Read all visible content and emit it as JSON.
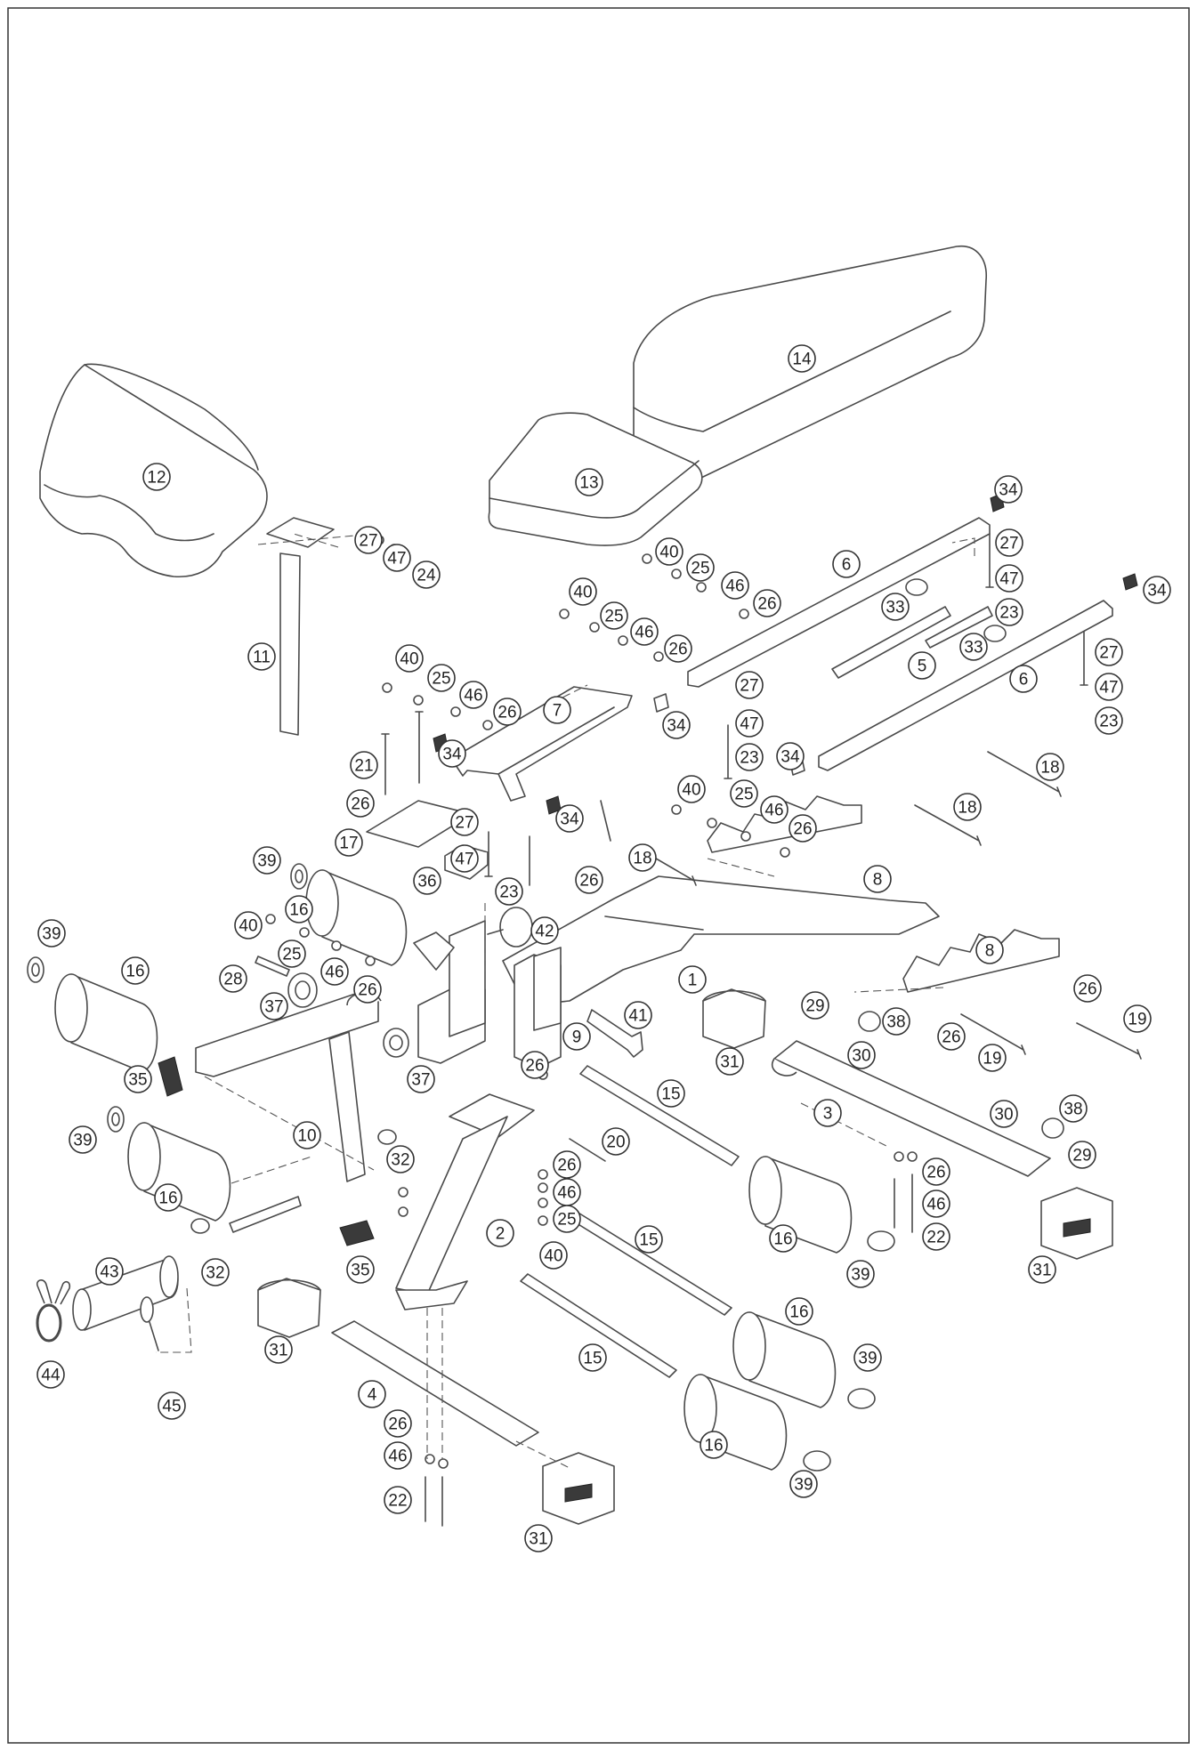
{
  "callouts": [
    {
      "id": "c14",
      "label": "14"
    },
    {
      "id": "c12",
      "label": "12"
    },
    {
      "id": "c13",
      "label": "13"
    },
    {
      "id": "c34a",
      "label": "34"
    },
    {
      "id": "c27a",
      "label": "27"
    },
    {
      "id": "c47a",
      "label": "47"
    },
    {
      "id": "c24",
      "label": "24"
    },
    {
      "id": "c40a",
      "label": "40"
    },
    {
      "id": "c25a",
      "label": "25"
    },
    {
      "id": "c46a",
      "label": "46"
    },
    {
      "id": "c26a",
      "label": "26"
    },
    {
      "id": "c6a",
      "label": "6"
    },
    {
      "id": "c27b",
      "label": "27"
    },
    {
      "id": "c47b",
      "label": "47"
    },
    {
      "id": "c23a",
      "label": "23"
    },
    {
      "id": "c34b",
      "label": "34"
    },
    {
      "id": "c40b",
      "label": "40"
    },
    {
      "id": "c25b",
      "label": "25"
    },
    {
      "id": "c46b",
      "label": "46"
    },
    {
      "id": "c26b",
      "label": "26"
    },
    {
      "id": "c33a",
      "label": "33"
    },
    {
      "id": "c33b",
      "label": "33"
    },
    {
      "id": "c11",
      "label": "11"
    },
    {
      "id": "c40c",
      "label": "40"
    },
    {
      "id": "c25c",
      "label": "25"
    },
    {
      "id": "c46c",
      "label": "46"
    },
    {
      "id": "c26c",
      "label": "26"
    },
    {
      "id": "c5",
      "label": "5"
    },
    {
      "id": "c6b",
      "label": "6"
    },
    {
      "id": "c27c",
      "label": "27"
    },
    {
      "id": "c47c",
      "label": "47"
    },
    {
      "id": "c23b",
      "label": "23"
    },
    {
      "id": "c7",
      "label": "7"
    },
    {
      "id": "c34c",
      "label": "34"
    },
    {
      "id": "c27d",
      "label": "27"
    },
    {
      "id": "c47d",
      "label": "47"
    },
    {
      "id": "c23c",
      "label": "23"
    },
    {
      "id": "c34d",
      "label": "34"
    },
    {
      "id": "c21",
      "label": "21"
    },
    {
      "id": "c34e",
      "label": "34"
    },
    {
      "id": "c26d",
      "label": "26"
    },
    {
      "id": "c18a",
      "label": "18"
    },
    {
      "id": "c40d",
      "label": "40"
    },
    {
      "id": "c25d",
      "label": "25"
    },
    {
      "id": "c46d",
      "label": "46"
    },
    {
      "id": "c26e",
      "label": "26"
    },
    {
      "id": "c18b",
      "label": "18"
    },
    {
      "id": "c17",
      "label": "17"
    },
    {
      "id": "c27e",
      "label": "27"
    },
    {
      "id": "c47e",
      "label": "47"
    },
    {
      "id": "c34f",
      "label": "34"
    },
    {
      "id": "c26f",
      "label": "26"
    },
    {
      "id": "c18c",
      "label": "18"
    },
    {
      "id": "c8a",
      "label": "8"
    },
    {
      "id": "c39a",
      "label": "39"
    },
    {
      "id": "c36",
      "label": "36"
    },
    {
      "id": "c23d",
      "label": "23"
    },
    {
      "id": "c16a",
      "label": "16"
    },
    {
      "id": "c42",
      "label": "42"
    },
    {
      "id": "c40e",
      "label": "40"
    },
    {
      "id": "c39b",
      "label": "39"
    },
    {
      "id": "c25e",
      "label": "25"
    },
    {
      "id": "c16b",
      "label": "16"
    },
    {
      "id": "c46e",
      "label": "46"
    },
    {
      "id": "c26g",
      "label": "26"
    },
    {
      "id": "c1",
      "label": "1"
    },
    {
      "id": "c8b",
      "label": "8"
    },
    {
      "id": "c28",
      "label": "28"
    },
    {
      "id": "c37a",
      "label": "37"
    },
    {
      "id": "c26h",
      "label": "26"
    },
    {
      "id": "c19a",
      "label": "19"
    },
    {
      "id": "c29a",
      "label": "29"
    },
    {
      "id": "c41",
      "label": "41"
    },
    {
      "id": "c38a",
      "label": "38"
    },
    {
      "id": "c9",
      "label": "9"
    },
    {
      "id": "c26i",
      "label": "26"
    },
    {
      "id": "c19b",
      "label": "19"
    },
    {
      "id": "c35a",
      "label": "35"
    },
    {
      "id": "c37b",
      "label": "37"
    },
    {
      "id": "c31a",
      "label": "31"
    },
    {
      "id": "c30a",
      "label": "30"
    },
    {
      "id": "c26j",
      "label": "26"
    },
    {
      "id": "c15a",
      "label": "15"
    },
    {
      "id": "c3",
      "label": "3"
    },
    {
      "id": "c20",
      "label": "20"
    },
    {
      "id": "c39c",
      "label": "39"
    },
    {
      "id": "c10",
      "label": "10"
    },
    {
      "id": "c30b",
      "label": "30"
    },
    {
      "id": "c38b",
      "label": "38"
    },
    {
      "id": "c32a",
      "label": "32"
    },
    {
      "id": "c26k",
      "label": "26"
    },
    {
      "id": "c29b",
      "label": "29"
    },
    {
      "id": "c16c",
      "label": "16"
    },
    {
      "id": "c46f",
      "label": "46"
    },
    {
      "id": "c26l",
      "label": "26"
    },
    {
      "id": "c25f",
      "label": "25"
    },
    {
      "id": "c46g",
      "label": "46"
    },
    {
      "id": "c2",
      "label": "2"
    },
    {
      "id": "c16d",
      "label": "16"
    },
    {
      "id": "c22a",
      "label": "22"
    },
    {
      "id": "c40f",
      "label": "40"
    },
    {
      "id": "c15b",
      "label": "15"
    },
    {
      "id": "c39d",
      "label": "39"
    },
    {
      "id": "c31b",
      "label": "31"
    },
    {
      "id": "c43",
      "label": "43"
    },
    {
      "id": "c32b",
      "label": "32"
    },
    {
      "id": "c35b",
      "label": "35"
    },
    {
      "id": "c16e",
      "label": "16"
    },
    {
      "id": "c31c",
      "label": "31"
    },
    {
      "id": "c39e",
      "label": "39"
    },
    {
      "id": "c15c",
      "label": "15"
    },
    {
      "id": "c44",
      "label": "44"
    },
    {
      "id": "c45",
      "label": "45"
    },
    {
      "id": "c4",
      "label": "4"
    },
    {
      "id": "c26m",
      "label": "26"
    },
    {
      "id": "c46h",
      "label": "46"
    },
    {
      "id": "c16f",
      "label": "16"
    },
    {
      "id": "c22b",
      "label": "22"
    },
    {
      "id": "c39f",
      "label": "39"
    },
    {
      "id": "c31d",
      "label": "31"
    }
  ]
}
